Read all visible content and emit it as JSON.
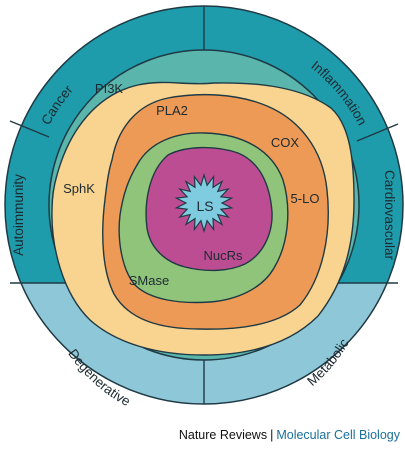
{
  "outer_ring": {
    "upper_segments": [
      "Cancer",
      "Inflammation",
      "Cardiovascular",
      "Autoimmunity"
    ],
    "lower_segments": [
      "Degenerative",
      "Metabolic"
    ]
  },
  "enzymes": {
    "teal_region": "PI3K",
    "yellow_region": "SphK",
    "orange_region": [
      "PLA2",
      "COX",
      "5-LO"
    ],
    "green_region": "SMase",
    "magenta_region": "NucRs",
    "center": "LS"
  },
  "colors": {
    "upper_ring": "#1e9cab",
    "lower_ring": "#8ec8d8",
    "teal_band": "#5ab6ad",
    "yellow": "#f9d390",
    "orange": "#ec9a55",
    "green": "#8fc47a",
    "magenta": "#bd4d93",
    "center_star": "#7fcbe0",
    "border": "#1f3a44"
  },
  "credit": {
    "publisher": "Nature Reviews",
    "separator": "|",
    "journal": "Molecular Cell Biology"
  }
}
